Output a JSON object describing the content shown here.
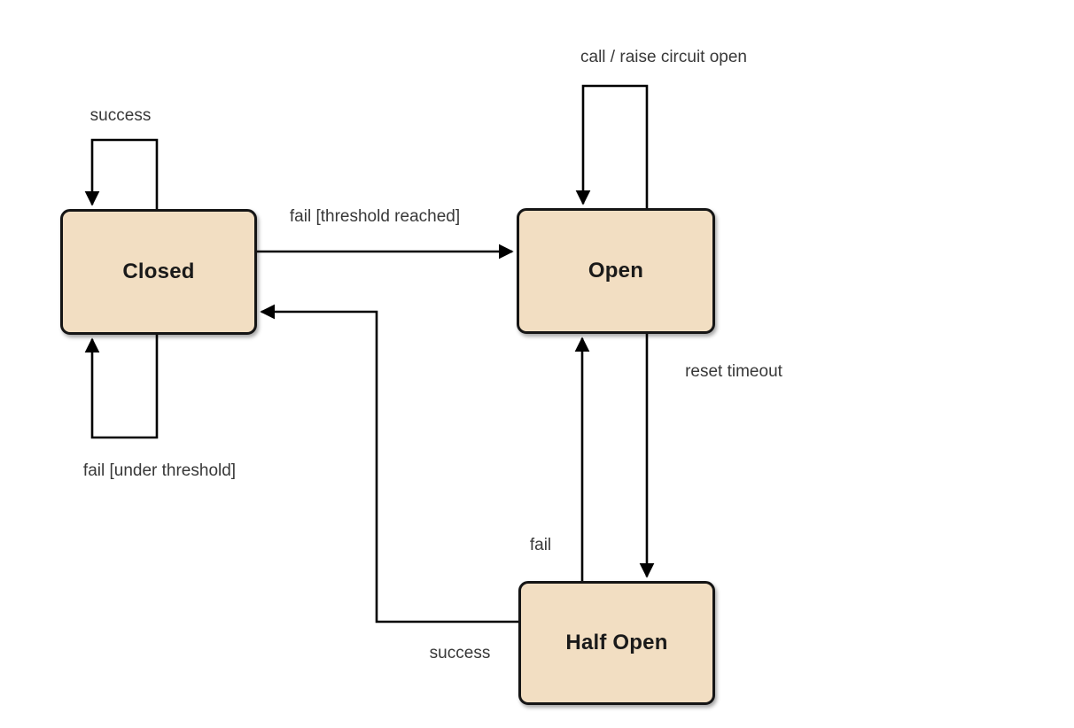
{
  "diagram": {
    "title": "circuit-breaker-state-diagram",
    "colors": {
      "background": "#ffffff",
      "node_fill": "#f2dec2",
      "node_border": "#151515",
      "line": "#000000",
      "label_text": "#383838",
      "node_text": "#1a1a1a"
    },
    "nodes": [
      {
        "id": "closed",
        "label": "Closed"
      },
      {
        "id": "open",
        "label": "Open"
      },
      {
        "id": "half_open",
        "label": "Half Open"
      }
    ],
    "edges": [
      {
        "id": "closed-self-success",
        "from": "closed",
        "to": "closed",
        "label": "success"
      },
      {
        "id": "closed-self-fail",
        "from": "closed",
        "to": "closed",
        "label": "fail [under threshold]"
      },
      {
        "id": "closed-to-open",
        "from": "closed",
        "to": "open",
        "label": "fail [threshold reached]"
      },
      {
        "id": "open-self-call",
        "from": "open",
        "to": "open",
        "label": "call / raise circuit open"
      },
      {
        "id": "open-to-halfopen",
        "from": "open",
        "to": "half_open",
        "label": "reset timeout"
      },
      {
        "id": "halfopen-to-open",
        "from": "half_open",
        "to": "open",
        "label": "fail"
      },
      {
        "id": "halfopen-to-closed",
        "from": "half_open",
        "to": "closed",
        "label": "success"
      }
    ]
  }
}
